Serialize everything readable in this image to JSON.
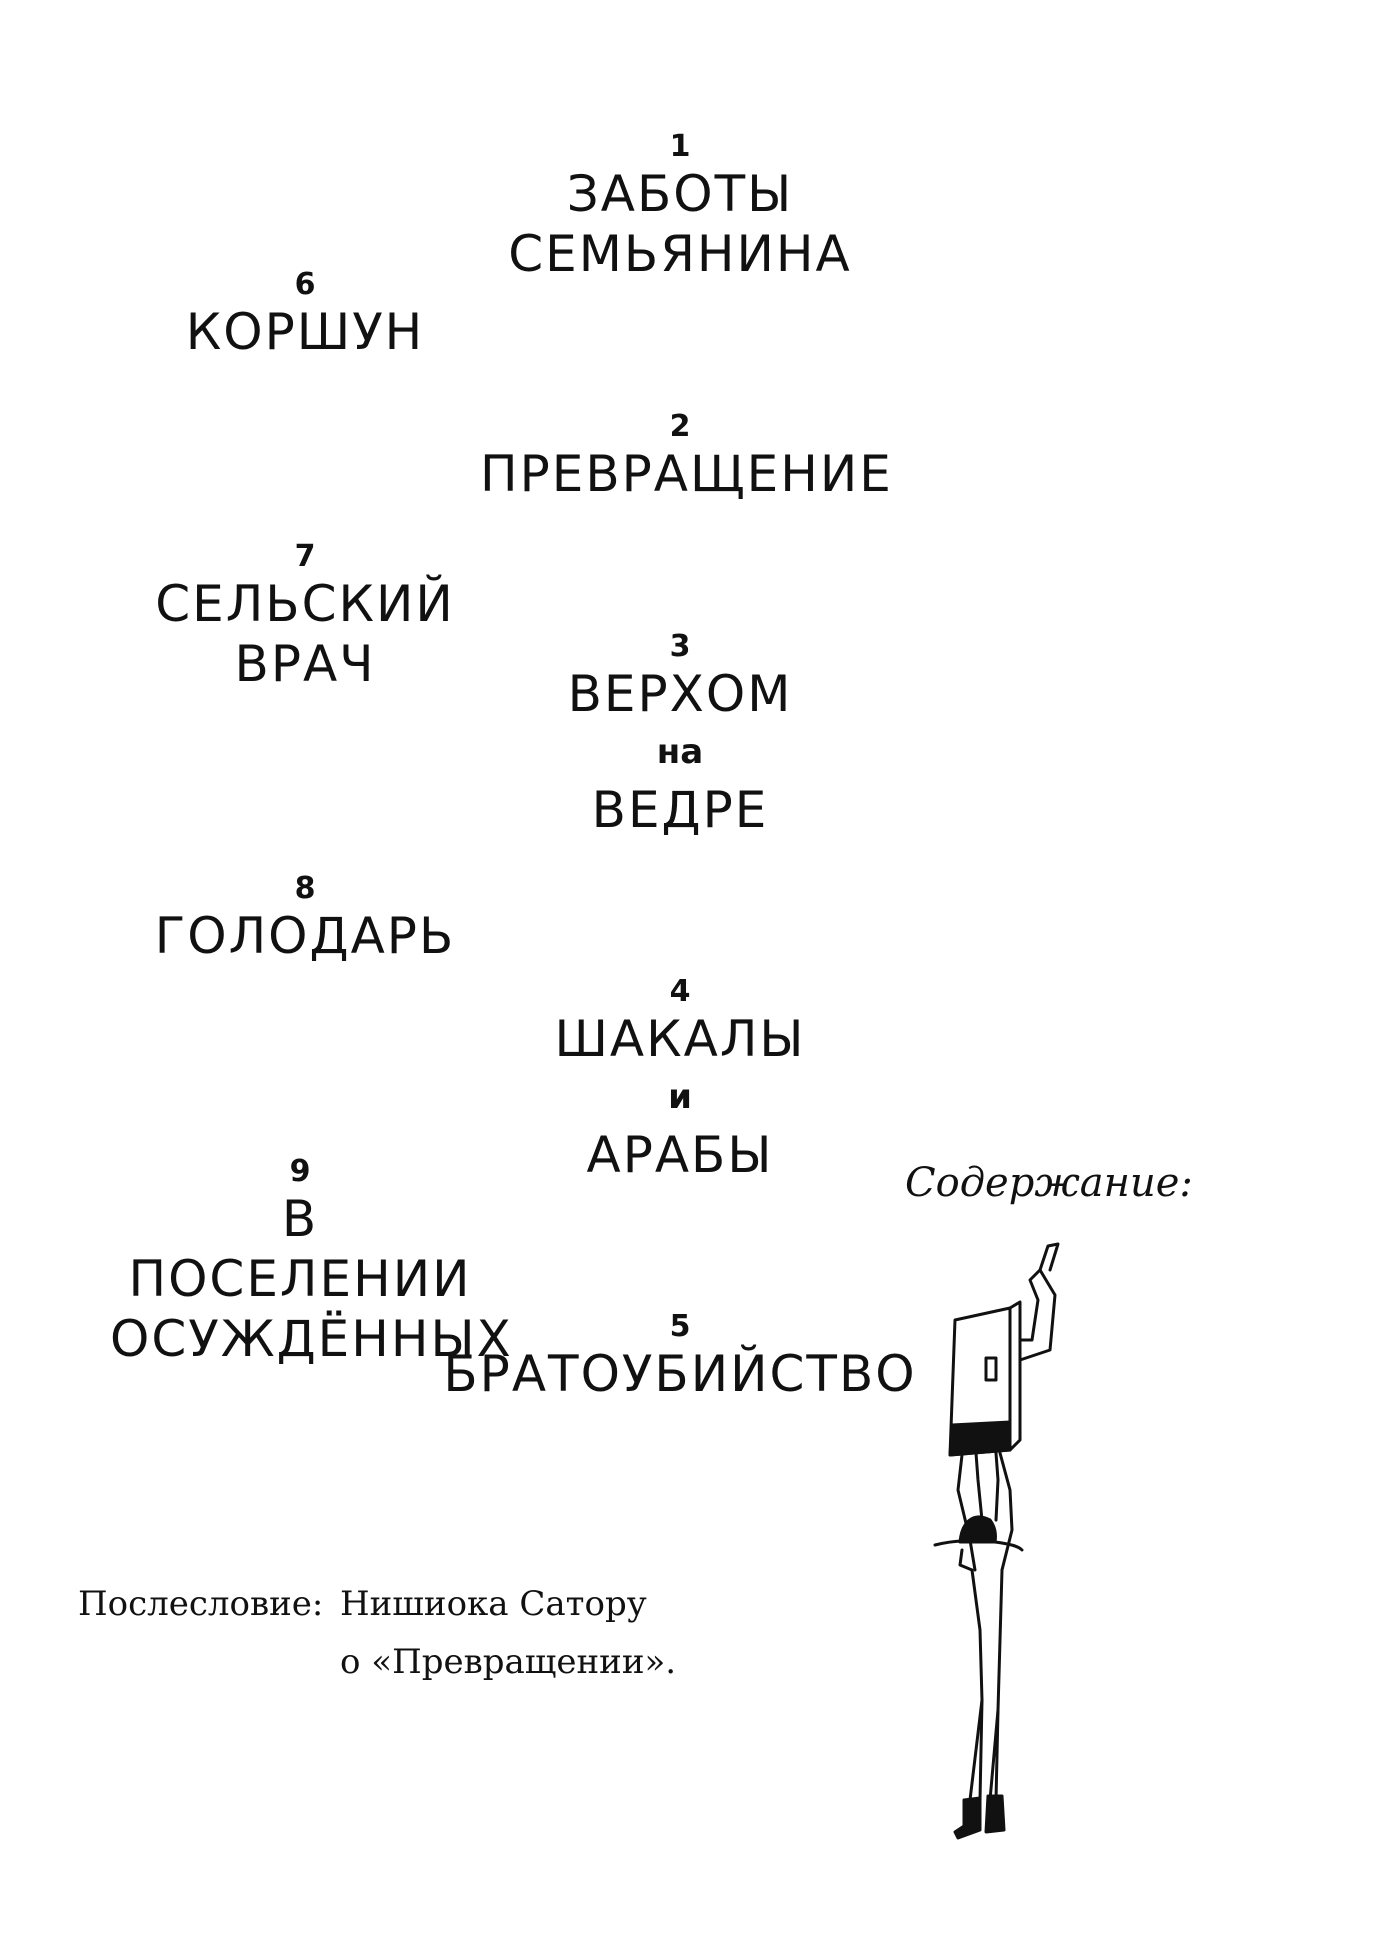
{
  "toc": {
    "heading": "Содержание:",
    "entries": [
      {
        "num": "1",
        "title_lines": [
          "ЗАБОТЫ",
          "СЕМЬЯНИНА"
        ]
      },
      {
        "num": "2",
        "title_lines": [
          "ПРЕВРАЩЕНИЕ"
        ]
      },
      {
        "num": "3",
        "title_lines": [
          "ВЕРХОМ",
          "на",
          "ВЕДРЕ"
        ]
      },
      {
        "num": "4",
        "title_lines": [
          "ШАКАЛЫ",
          "и",
          "АРАБЫ"
        ]
      },
      {
        "num": "5",
        "title_lines": [
          "БРАТОУБИЙСТВО"
        ]
      },
      {
        "num": "6",
        "title_lines": [
          "КОРШУН"
        ]
      },
      {
        "num": "7",
        "title_lines": [
          "СЕЛЬСКИЙ",
          "ВРАЧ"
        ]
      },
      {
        "num": "8",
        "title_lines": [
          "ГОЛОДАРЬ"
        ]
      },
      {
        "num": "9",
        "title_lines": [
          "В ПОСЕЛЕНИИ",
          "ОСУЖДЁННЫХ"
        ]
      }
    ]
  },
  "afterword": {
    "label": "Послесловие:",
    "author": "Нишиока Сатору",
    "title": "о «Превращении»."
  },
  "illustration": {
    "name": "man-carrying-bucket-illustration",
    "ink_color": "#111111"
  }
}
